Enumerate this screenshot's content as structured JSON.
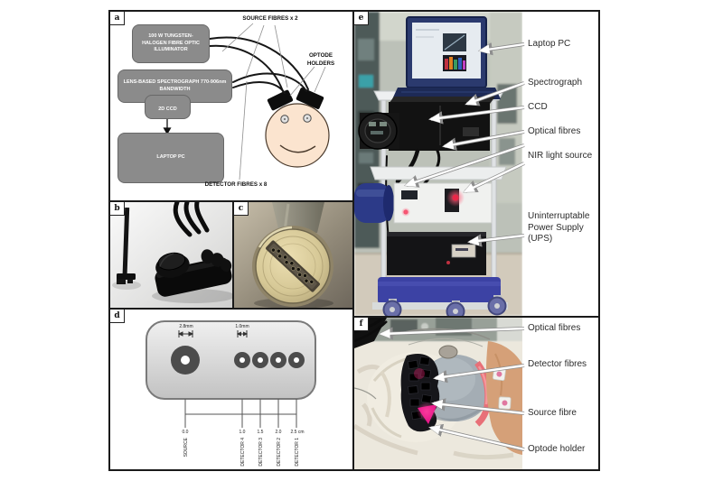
{
  "panel_labels": {
    "a": "a",
    "b": "b",
    "c": "c",
    "d": "d",
    "e": "e",
    "f": "f"
  },
  "panel_a": {
    "illuminator_box": "100 W TUNGSTEN-HALOGEN FIBRE OPTIC ILLUMINATOR",
    "spectrograph_box": "LENS-BASED SPECTROGRAPH 770-906nm BANDWIDTH",
    "ccd_box": "2D CCD",
    "laptop_box": "LAPTOP PC",
    "source_fibres_label": "SOURCE FIBRES x 2",
    "optode_holders_label": "OPTODE HOLDERS",
    "detector_fibres_label": "DETECTOR FIBRES x 8"
  },
  "panel_d": {
    "source_diameter_label": "2.8mm",
    "detector_diameter_label": "1.0mm",
    "distance_labels": [
      "0.0",
      "1.0",
      "1.5",
      "2.0",
      "2.5 cm"
    ],
    "probe_labels": [
      "SOURCE",
      "DETECTOR 4",
      "DETECTOR 3",
      "DETECTOR 2",
      "DETECTOR 1"
    ]
  },
  "panel_e": {
    "annotations": [
      "Laptop PC",
      "Spectrograph",
      "CCD",
      "Optical fibres",
      "NIR light source",
      "Uninterruptable Power Supply (UPS)"
    ]
  },
  "panel_f": {
    "annotations": [
      "Optical fibres",
      "Detector fibres",
      "Source fibre",
      "Optode holder"
    ]
  },
  "colors": {
    "diagram_box_fill": "#8b8b8b",
    "face_fill": "#fbe4cf",
    "optode_black": "#111111",
    "source_glow_pink": "#ff3b78",
    "cart_base_blue": "#3c42a4",
    "brass_ferrule": "#d6c896"
  }
}
